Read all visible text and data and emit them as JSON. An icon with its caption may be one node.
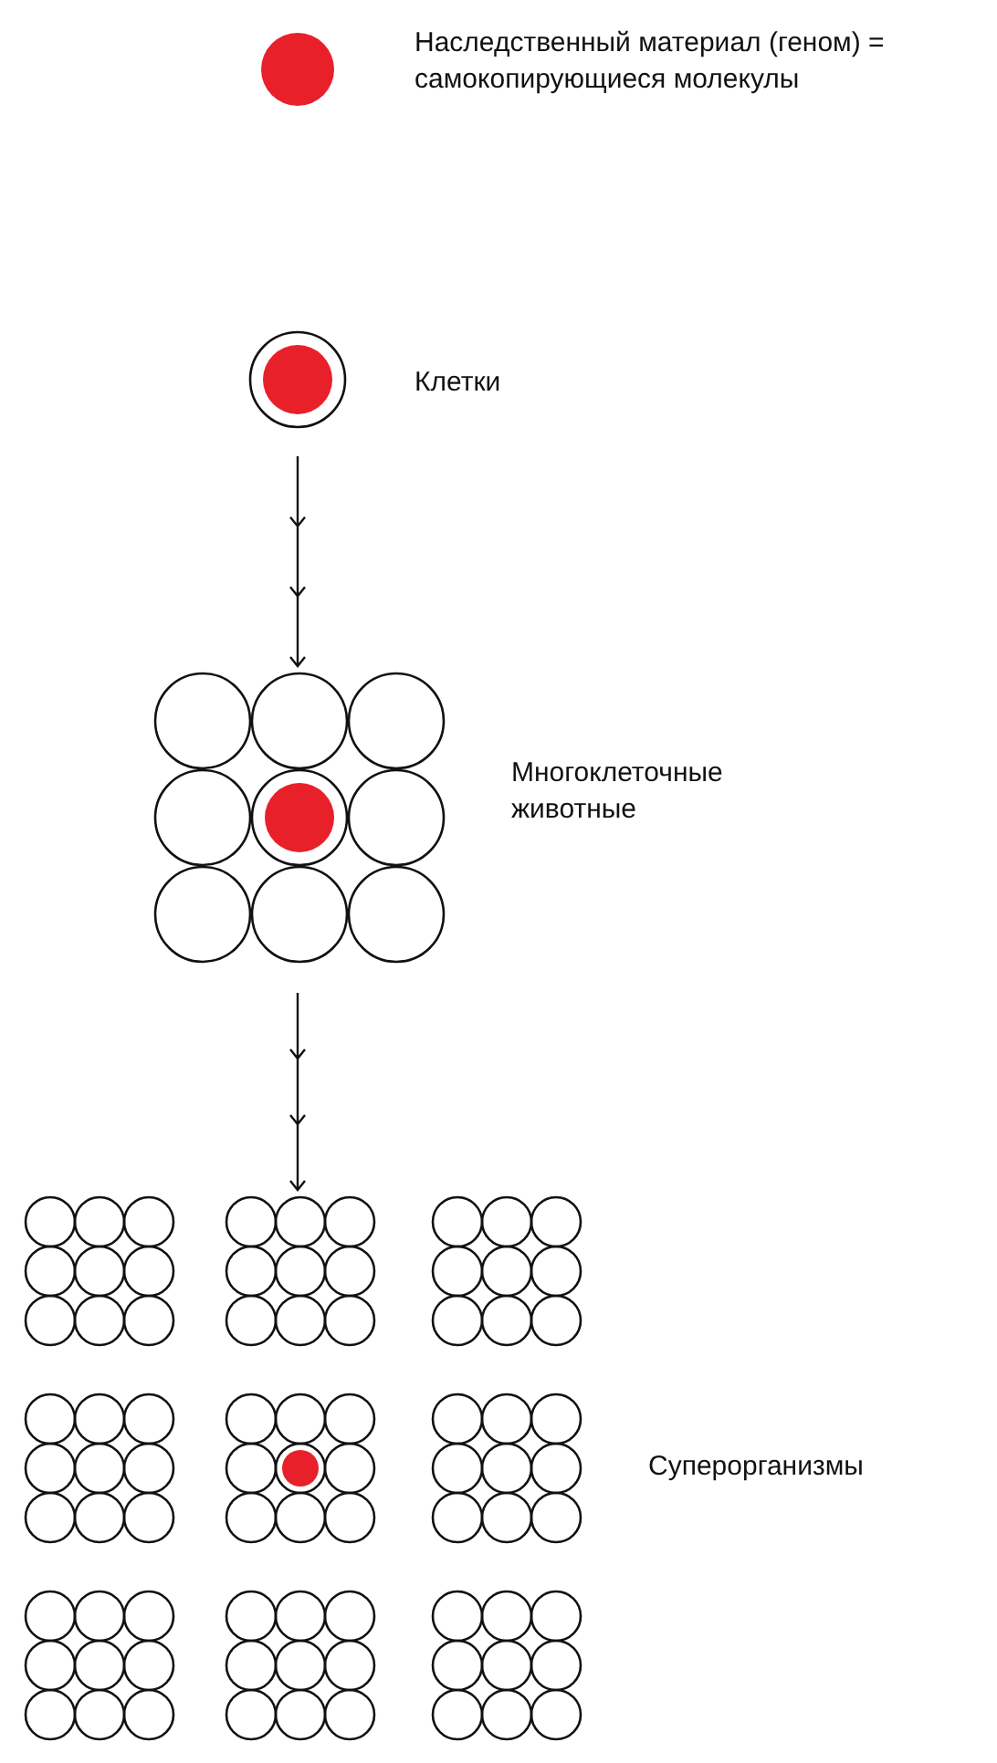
{
  "diagram": {
    "nodes": [
      {
        "text": [],
        "shape": "circle",
        "beside": [
          "Наследственный материал (геном) = самокопирующиеся молекулы"
        ]
      },
      {
        "text": [],
        "shape": "circle",
        "beside": [
          "Клетки"
        ]
      },
      {
        "text": [],
        "shape": "picture",
        "beside": [
          "Многоклеточные животные"
        ]
      },
      {
        "text": [],
        "shape": "picture",
        "beside": [
          "Суперорганизмы"
        ]
      }
    ],
    "edges": [
      {
        "from": 1,
        "to": 2,
        "arrow": "to"
      },
      {
        "from": 2,
        "to": 3,
        "arrow": "to"
      }
    ]
  }
}
